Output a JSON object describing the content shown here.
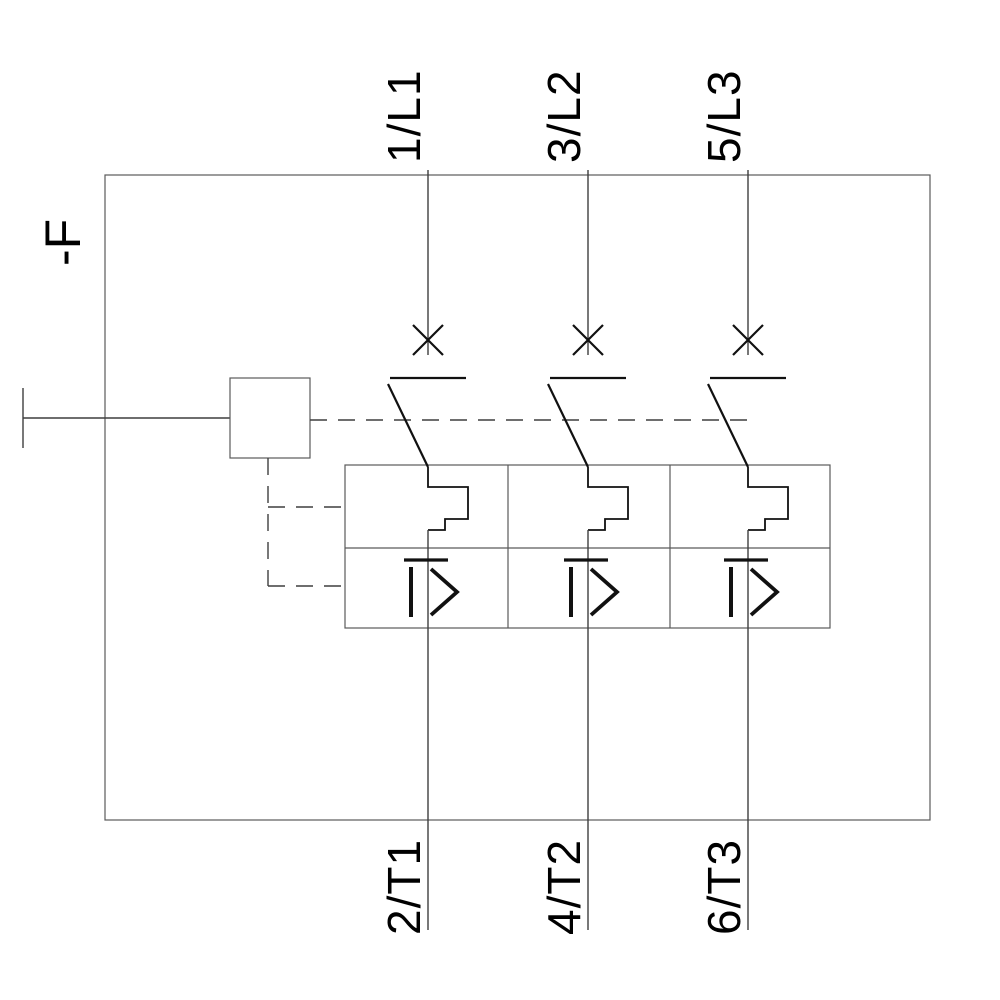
{
  "diagram": {
    "type": "circuit-schematic",
    "description": "Three-pole motor protection circuit breaker internal wiring diagram",
    "device_tag": "-F",
    "poles": [
      {
        "id": 1,
        "top_terminal": "1/L1",
        "bottom_terminal": "2/T1"
      },
      {
        "id": 2,
        "top_terminal": "3/L2",
        "bottom_terminal": "4/T2"
      },
      {
        "id": 3,
        "top_terminal": "5/L3",
        "bottom_terminal": "6/T3"
      }
    ],
    "symbols": {
      "breaker_contact": "x",
      "thermal_overload_release": "rectangular-detour",
      "overcurrent_release_label": "I>"
    },
    "colors": {
      "background": "#ffffff",
      "line_thin": "#3f3f3f",
      "line_symbol": "#111111",
      "text": "#000000"
    }
  }
}
